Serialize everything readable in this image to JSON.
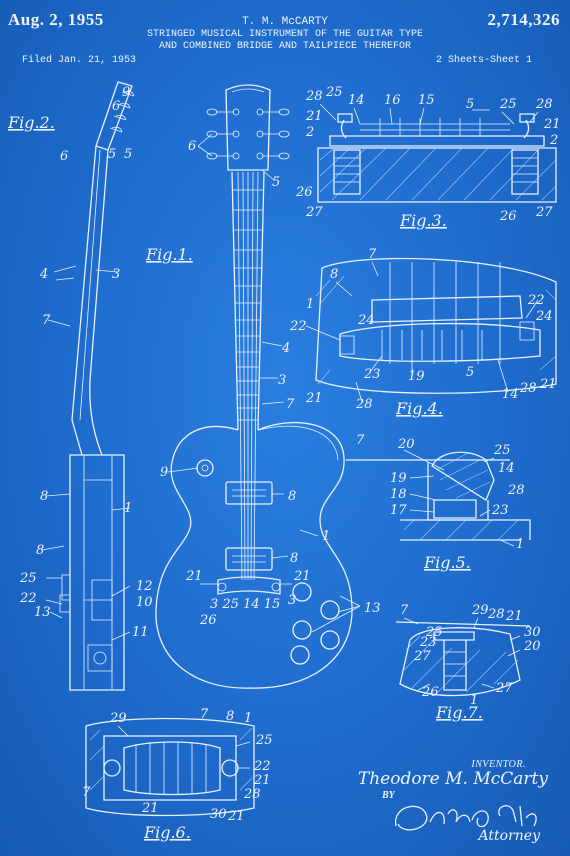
{
  "header": {
    "date": "Aug. 2, 1955",
    "inventor": "T. M. McCARTY",
    "patent_number": "2,714,326",
    "title_line1": "STRINGED MUSICAL INSTRUMENT OF THE GUITAR TYPE",
    "title_line2": "AND COMBINED BRIDGE AND TAILPIECE THEREFOR",
    "filed": "Filed Jan. 21, 1953",
    "sheets": "2 Sheets-Sheet 1"
  },
  "figures": {
    "fig1": "Fig.1.",
    "fig2": "Fig.2.",
    "fig3": "Fig.3.",
    "fig4": "Fig.4.",
    "fig5": "Fig.5.",
    "fig6": "Fig.6.",
    "fig7": "Fig.7."
  },
  "footer": {
    "inventor_label": "INVENTOR.",
    "inventor_name": "Theodore M. McCarty",
    "by": "BY",
    "attorney_label": "Attorney"
  },
  "colors": {
    "background": "#1f6fd0",
    "lines": "#e9f1ff"
  }
}
